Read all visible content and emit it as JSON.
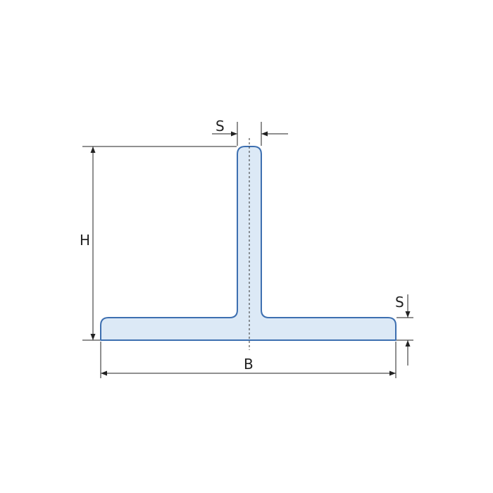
{
  "diagram": {
    "labels": {
      "web_thickness": "S",
      "flange_thickness": "S",
      "height": "H",
      "width": "B"
    },
    "colors": {
      "profile_fill": "#dce9f6",
      "profile_stroke": "#3d6fb0",
      "dimension_lines": "#222222"
    }
  }
}
